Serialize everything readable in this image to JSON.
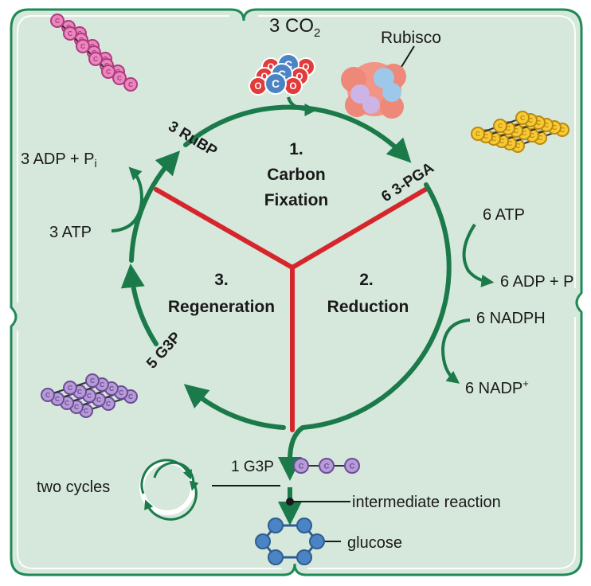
{
  "inputs": {
    "co2": "3 CO",
    "co2_sub": "2",
    "rubisco": "Rubisco"
  },
  "stages": {
    "carbon_fixation": {
      "number": "1.",
      "line1": "Carbon",
      "line2": "Fixation"
    },
    "reduction": {
      "number": "2.",
      "line1": "Reduction"
    },
    "regeneration": {
      "number": "3.",
      "line1": "Regeneration"
    }
  },
  "molecules": {
    "rubp": "3  RuBP",
    "pga": "6  3-PGA",
    "g3p_5": "5 G3P",
    "g3p_1": "1 G3P",
    "glucose": "glucose",
    "carbon_letter": "C",
    "oxygen_letter": "O"
  },
  "energy": {
    "atp_3": "3 ATP",
    "adp_3": "3 ADP + P",
    "adp_3_sub": "i",
    "atp_6": "6 ATP",
    "adp_6": "6 ADP + P",
    "nadph_6": "6 NADPH",
    "nadp_6": "6 NADP",
    "nadp_6_sup": "+"
  },
  "annotations": {
    "two_cycles": "two cycles",
    "intermediate": "intermediate reaction"
  },
  "colors": {
    "cell_fill": "#d6e8dc",
    "cell_border": "#1f8a57",
    "cycle_green": "#1b7a4a",
    "divider_red": "#d7262b",
    "ribose_pink": "#e987be",
    "pga_yellow": "#f7c934",
    "g3p_purple": "#b79bd6",
    "glucose_blue": "#4b84c4"
  }
}
